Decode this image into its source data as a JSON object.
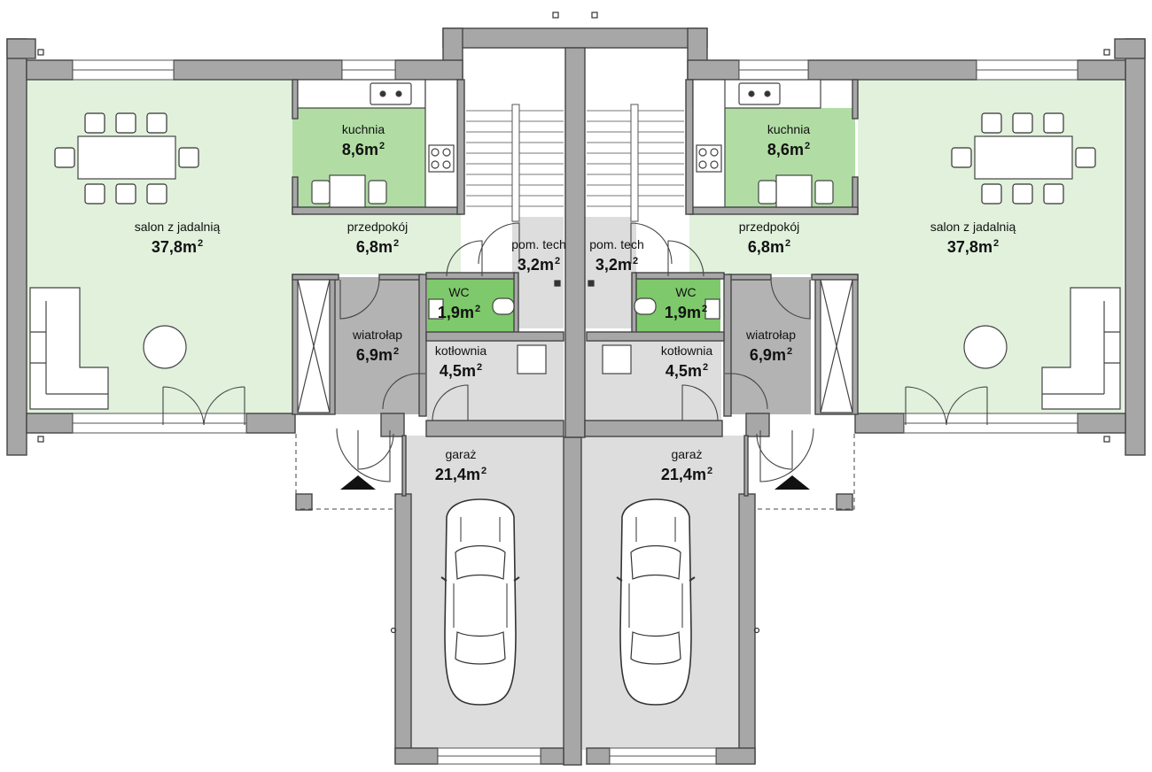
{
  "colors": {
    "living": "#e1f1dc",
    "kitchen": "#b1dda5",
    "wc": "#7ec96b",
    "hall": "#dddddd",
    "lobby": "#b3b3b3",
    "wall": "#a7a7a7",
    "stroke": "#4a4a4a"
  },
  "rooms": {
    "left": {
      "salon_name": "salon z jadalnią",
      "salon_area": "37,8m",
      "kitchen_name": "kuchnia",
      "kitchen_area": "8,6m",
      "hall_name": "przedpokój",
      "hall_area": "6,8m",
      "tech_name": "pom. tech",
      "tech_area": "3,2m",
      "wc_name": "WC",
      "wc_area": "1,9m",
      "boiler_name": "kotłownia",
      "boiler_area": "4,5m",
      "lobby_name": "wiatrołap",
      "lobby_area": "6,9m",
      "garage_name": "garaż",
      "garage_area": "21,4m"
    },
    "right": {
      "salon_name": "salon z jadalnią",
      "salon_area": "37,8m",
      "kitchen_name": "kuchnia",
      "kitchen_area": "8,6m",
      "hall_name": "przedpokój",
      "hall_area": "6,8m",
      "tech_name": "pom. tech",
      "tech_area": "3,2m",
      "wc_name": "WC",
      "wc_area": "1,9m",
      "boiler_name": "kotłownia",
      "boiler_area": "4,5m",
      "lobby_name": "wiatrołap",
      "lobby_area": "6,9m",
      "garage_name": "garaż",
      "garage_area": "21,4m"
    }
  },
  "area_unit_exponent": "2"
}
